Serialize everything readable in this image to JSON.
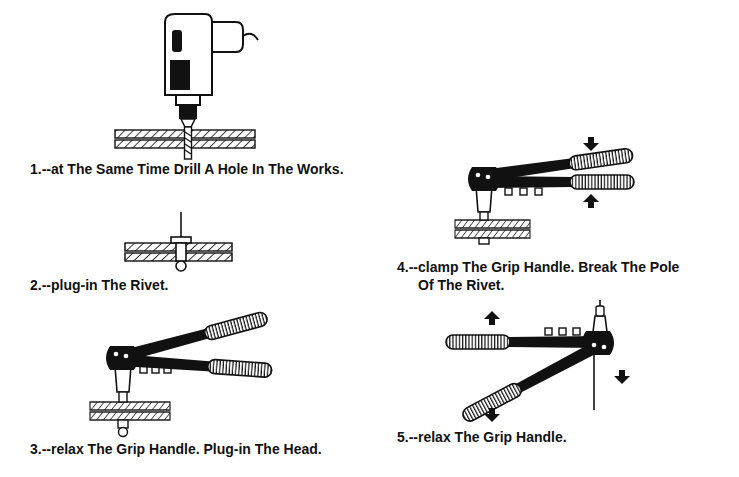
{
  "diagram": {
    "labels": [
      "1.--at The Same Time Drill A Hole In The Works.",
      "2.--plug-in The Rivet.",
      "3.--relax The Grip Handle. Plug-in The Head.",
      "4.--clamp The Grip Handle. Break The Pole Of The Rivet.",
      "5.--relax The Grip Handle."
    ]
  }
}
